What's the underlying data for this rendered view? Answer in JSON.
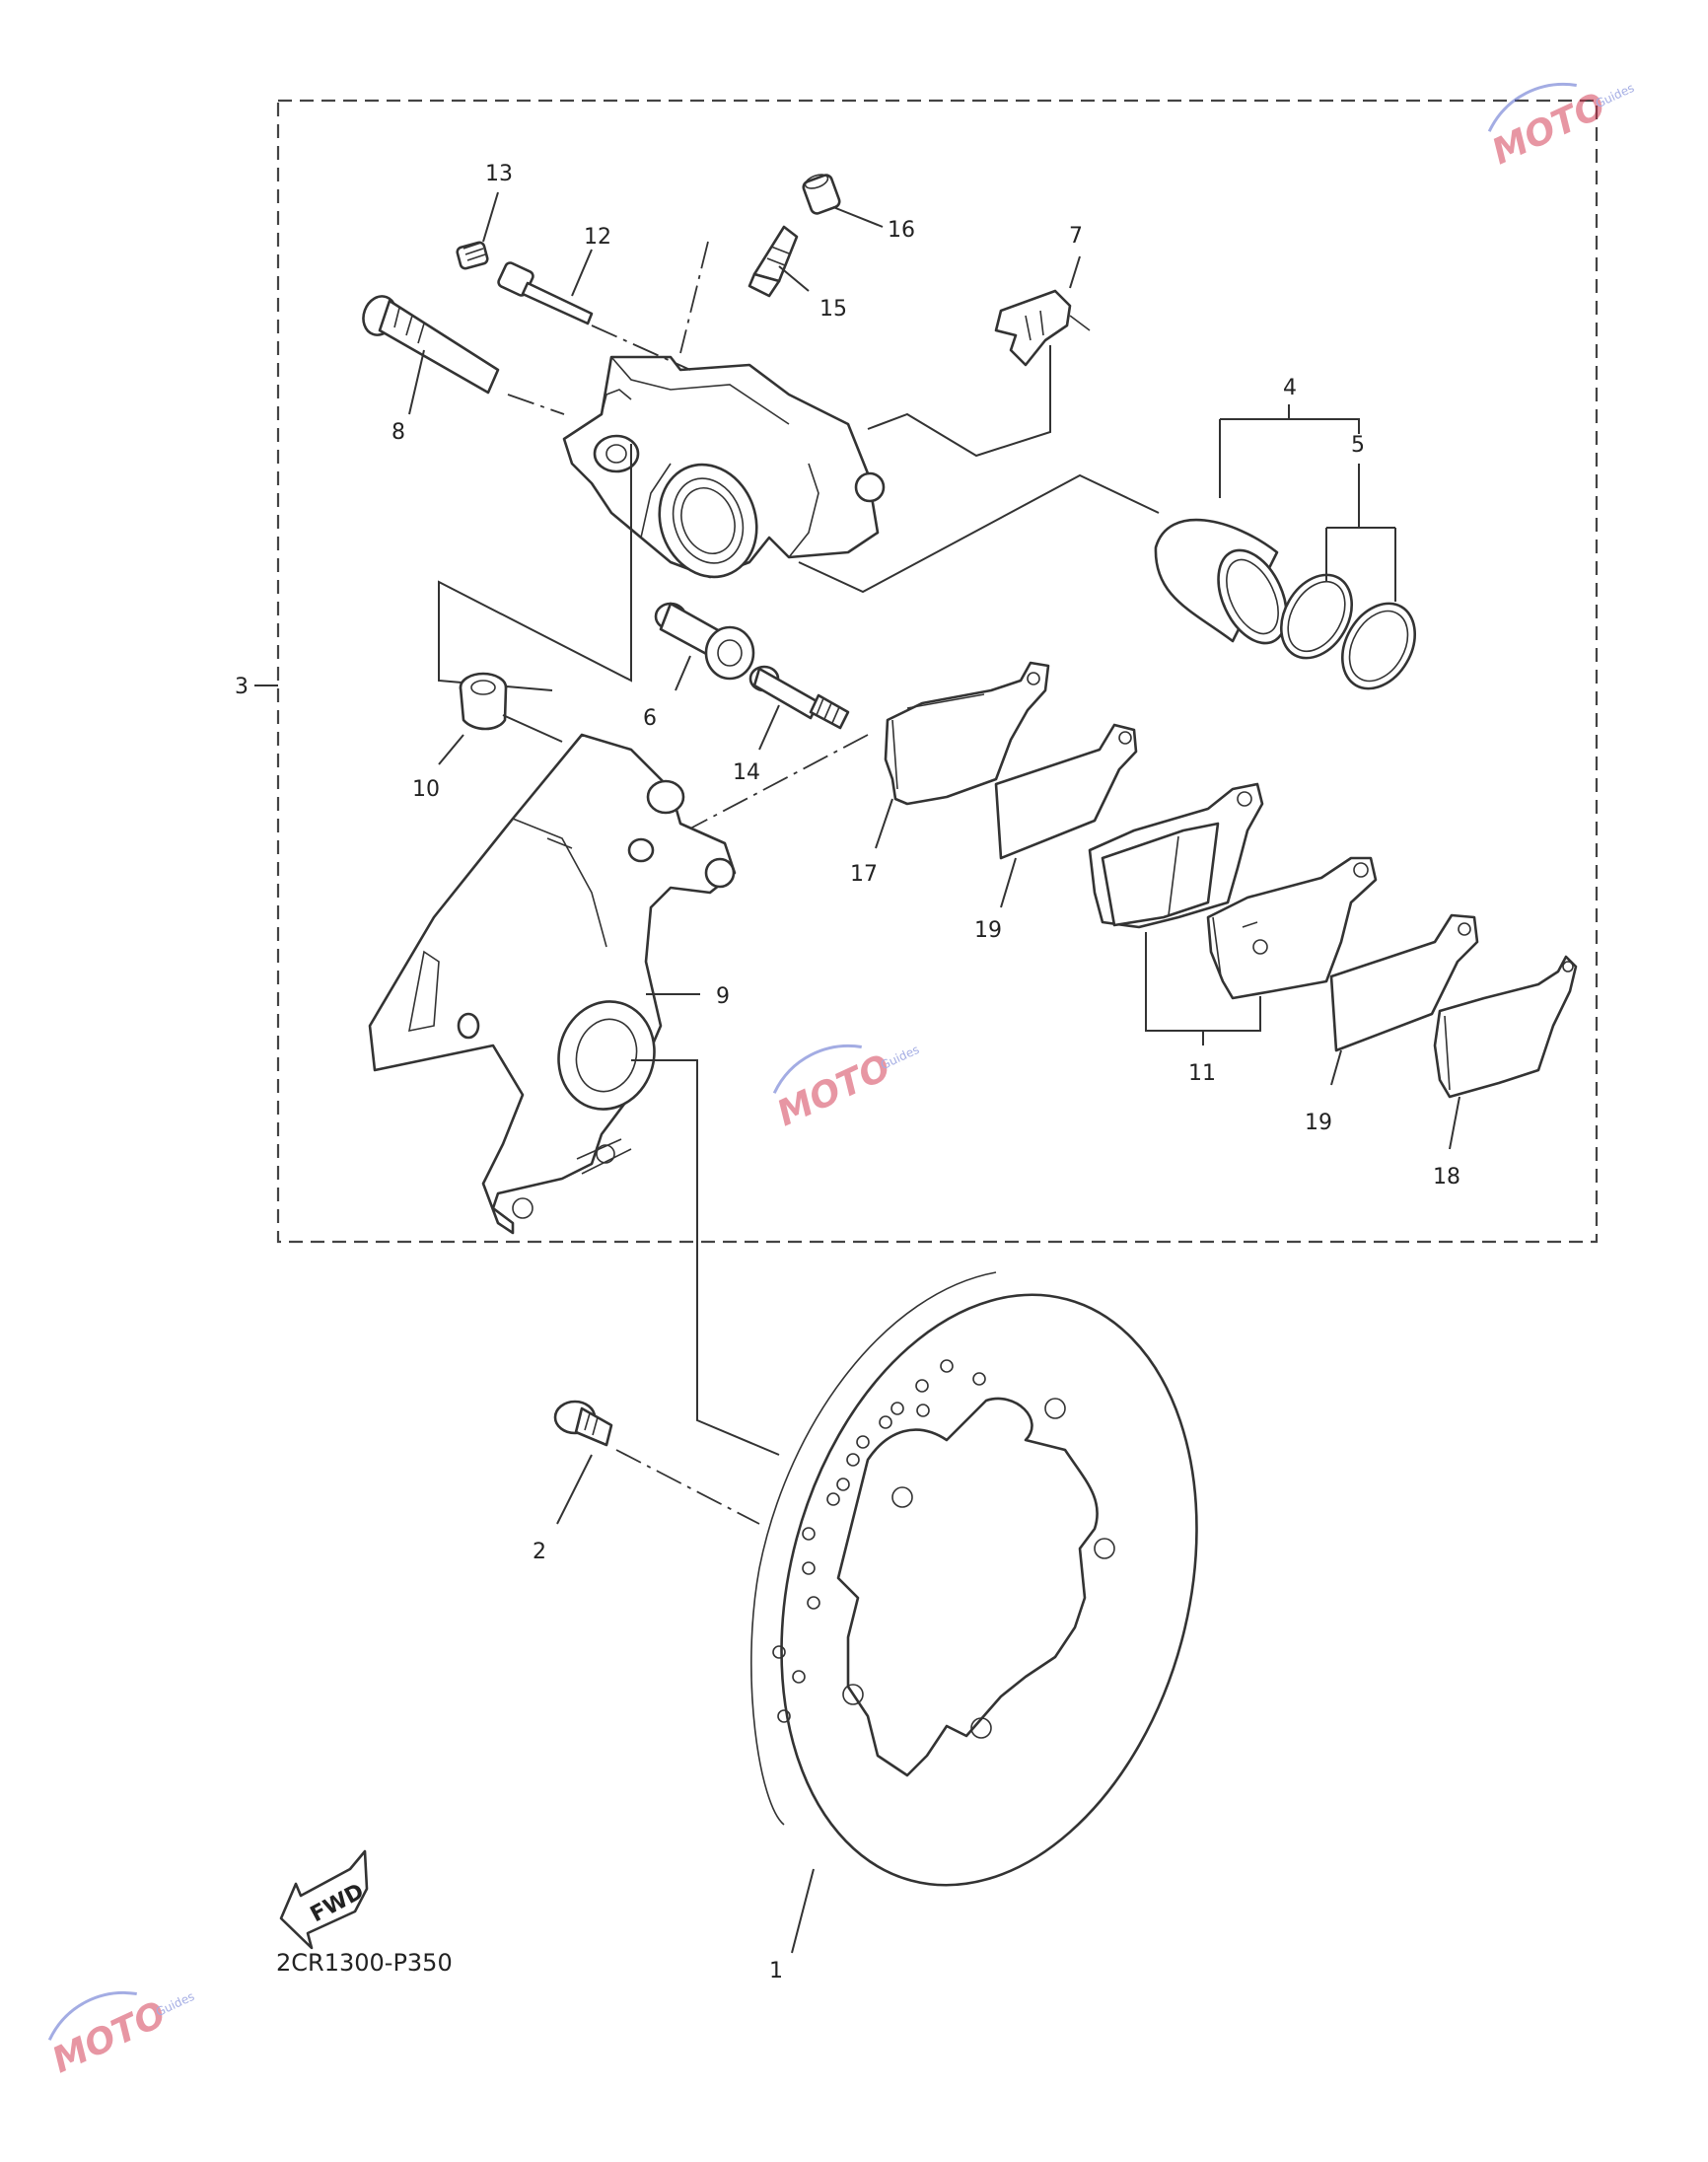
{
  "drawing_code": "2CR1300-P350",
  "fwd_label": "FWD",
  "watermark": {
    "brand": "MOTO",
    "sub": "Guides",
    "color": "#d0304a",
    "accent": "#4a5cc8"
  },
  "callouts": [
    {
      "id": "c1",
      "text": "1"
    },
    {
      "id": "c2",
      "text": "2"
    },
    {
      "id": "c3",
      "text": "3"
    },
    {
      "id": "c4",
      "text": "4"
    },
    {
      "id": "c5",
      "text": "5"
    },
    {
      "id": "c6",
      "text": "6"
    },
    {
      "id": "c7",
      "text": "7"
    },
    {
      "id": "c8",
      "text": "8"
    },
    {
      "id": "c9",
      "text": "9"
    },
    {
      "id": "c10",
      "text": "10"
    },
    {
      "id": "c11",
      "text": "11"
    },
    {
      "id": "c12",
      "text": "12"
    },
    {
      "id": "c13",
      "text": "13"
    },
    {
      "id": "c14",
      "text": "14"
    },
    {
      "id": "c15",
      "text": "15"
    },
    {
      "id": "c16",
      "text": "16"
    },
    {
      "id": "c17",
      "text": "17"
    },
    {
      "id": "c18",
      "text": "18"
    },
    {
      "id": "c19a",
      "text": "19"
    },
    {
      "id": "c19b",
      "text": "19"
    }
  ]
}
